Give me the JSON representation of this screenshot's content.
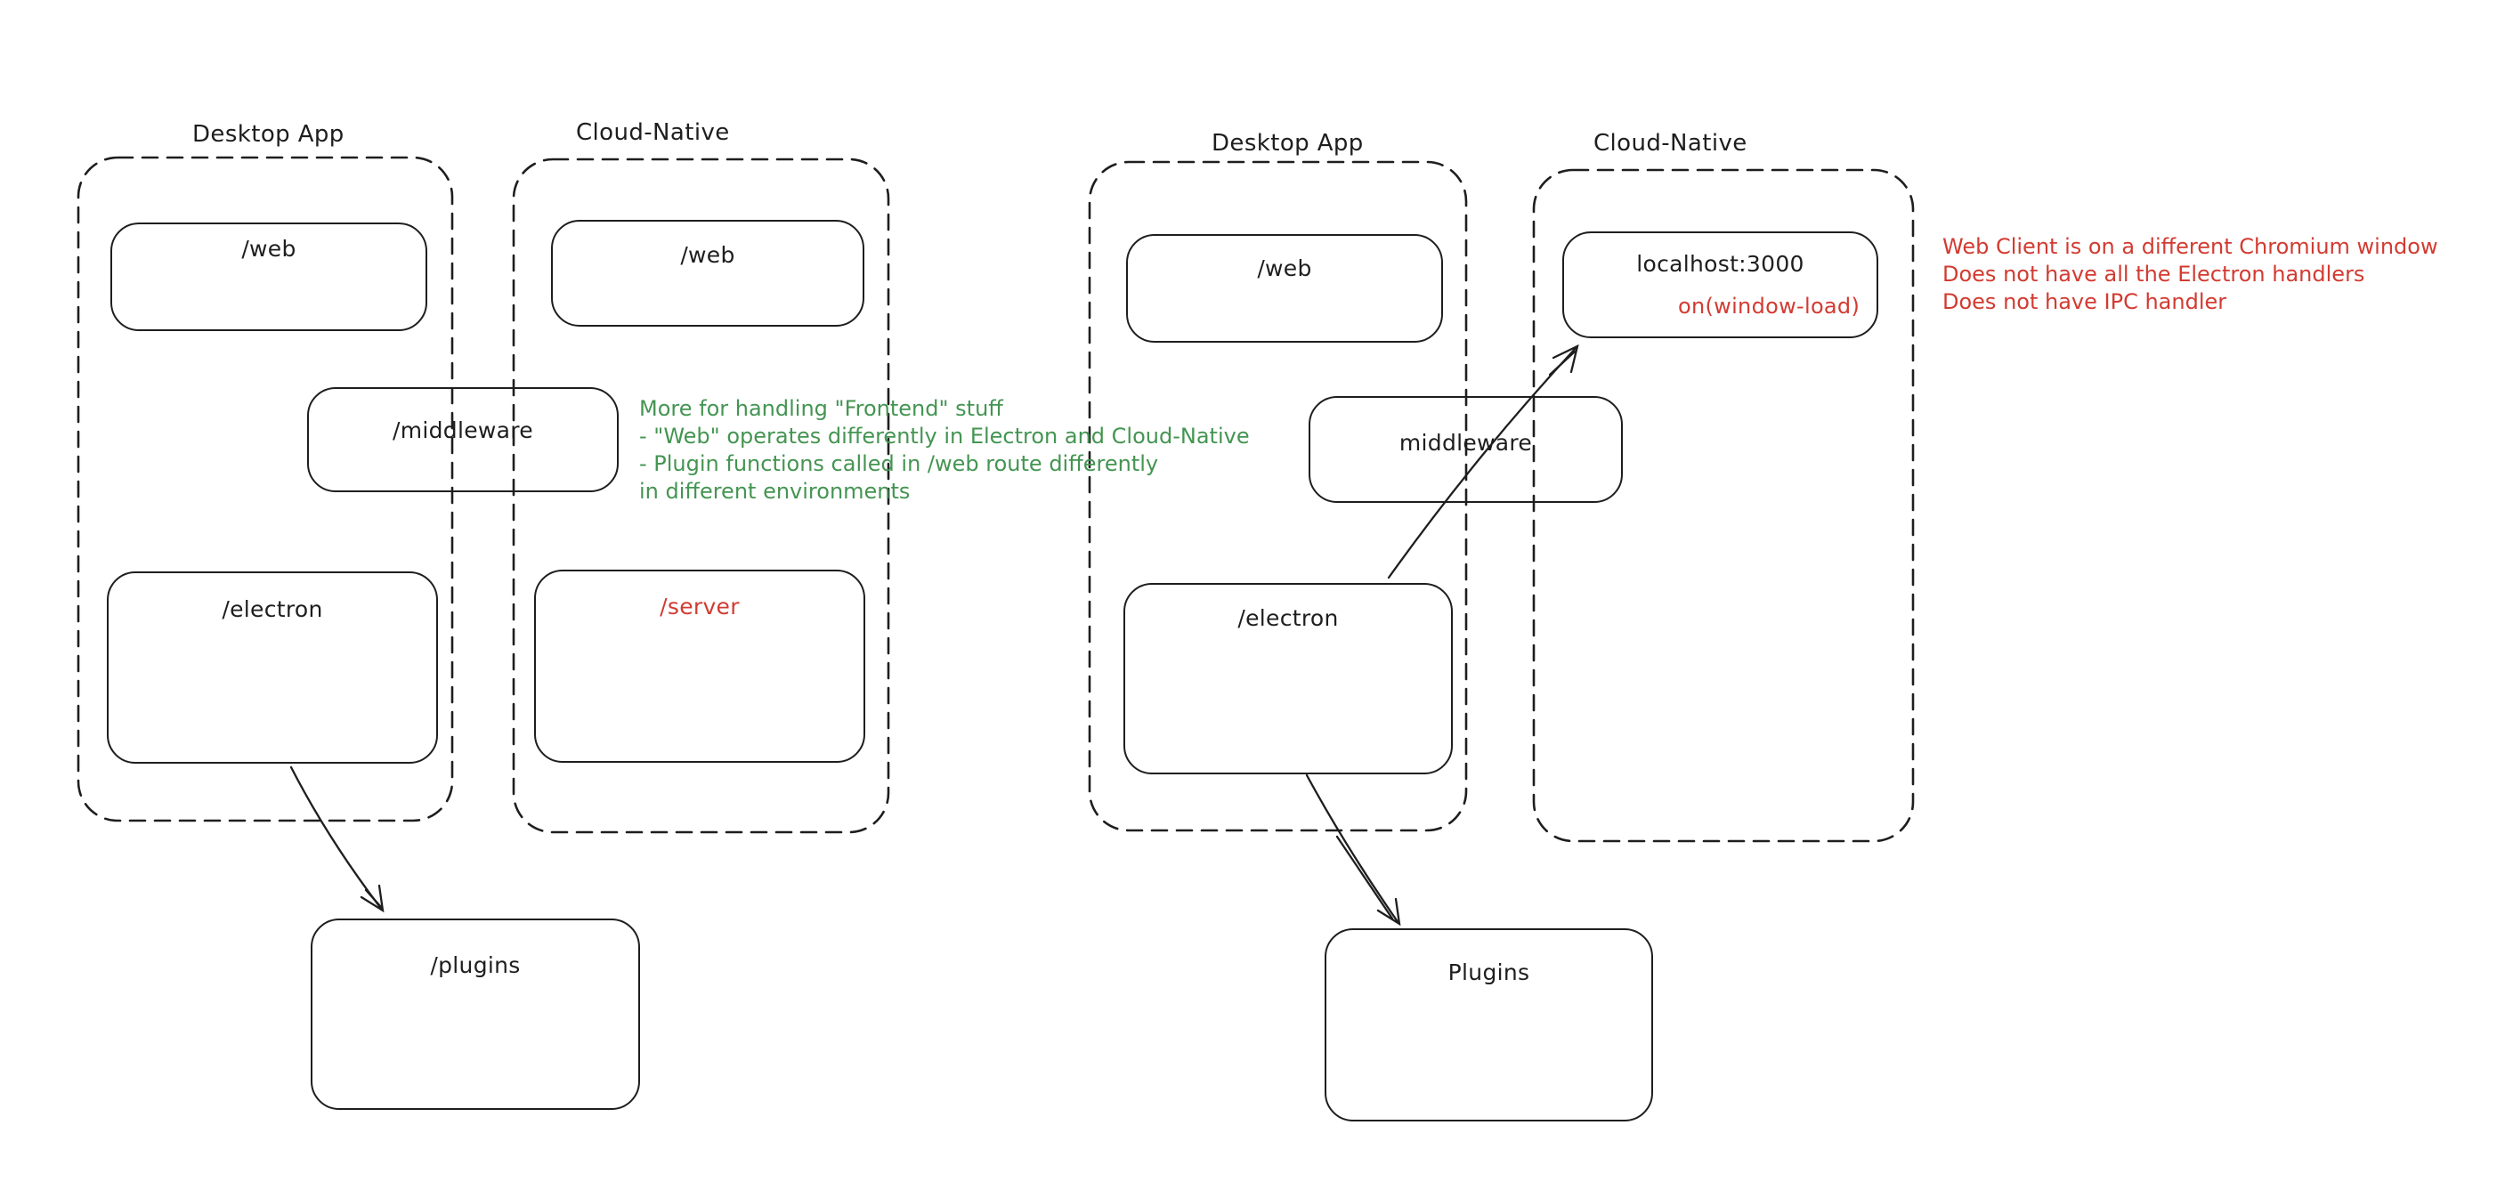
{
  "colors": {
    "background": "#ffffff",
    "ink": "#1e1e1e",
    "annotation_green": "#449552",
    "annotation_red": "#d23b31"
  },
  "left": {
    "desktop": {
      "title": "Desktop App",
      "web": "/web",
      "electron": "/electron"
    },
    "cloud": {
      "title": "Cloud-Native",
      "web": "/web",
      "server": "/server"
    },
    "middleware": "/middleware",
    "plugins": "/plugins"
  },
  "right": {
    "desktop": {
      "title": "Desktop App",
      "web": "/web",
      "electron": "/electron"
    },
    "cloud": {
      "title": "Cloud-Native",
      "localhost": "localhost:3000",
      "window_load": "on(window-load)"
    },
    "middleware": "middleware",
    "plugins": "Plugins"
  },
  "notes": {
    "green": {
      "line1": "More for handling \"Frontend\" stuff",
      "line2": "- \"Web\" operates differently in Electron and Cloud-Native",
      "line3": "- Plugin functions called in /web route differently",
      "line4": "in different environments"
    },
    "red": {
      "line1": "Web Client is on a different Chromium window",
      "line2": "Does not have all the Electron handlers",
      "line3": "Does not have IPC handler"
    }
  }
}
